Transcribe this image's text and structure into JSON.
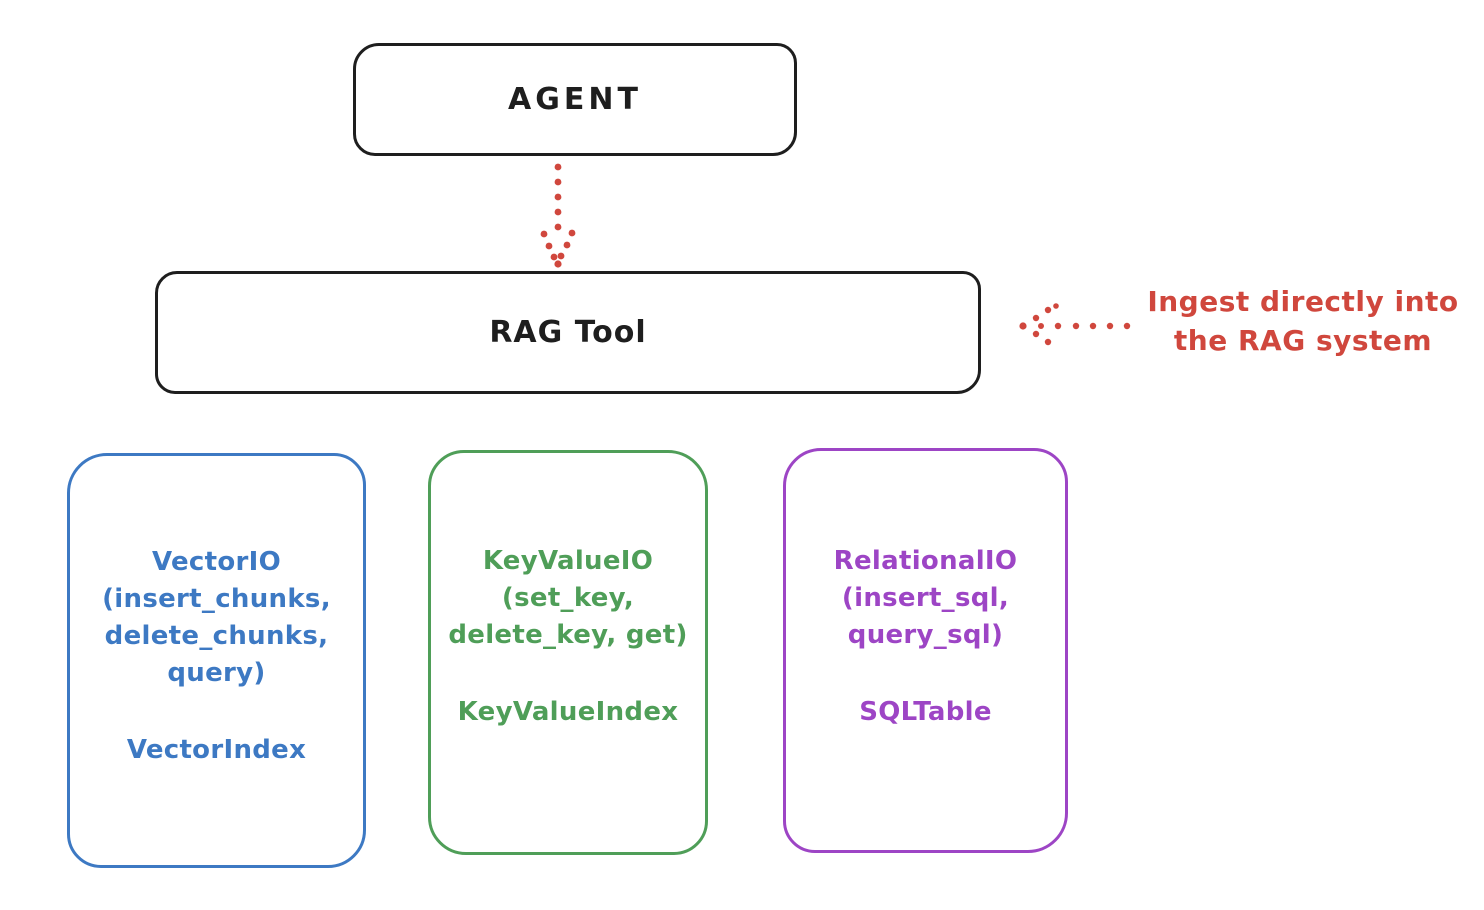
{
  "colors": {
    "ink": "#1e1e1e",
    "red": "#d0473d",
    "blue": "#3d79c3",
    "green": "#4f9e58",
    "purple": "#9d45c5",
    "background": "#ffffff"
  },
  "nodes": {
    "agent": {
      "label": "AGENT"
    },
    "rag_tool": {
      "label": "RAG Tool"
    }
  },
  "annotation": {
    "text": "Ingest directly into the RAG system",
    "line1": "Ingest directly into",
    "line2": "the RAG system"
  },
  "backends": [
    {
      "name": "VectorIO",
      "io_full": "VectorIO (insert_chunks, delete_chunks, query)",
      "lines": [
        "VectorIO",
        "(insert_chunks,",
        "delete_chunks,",
        "query)"
      ],
      "index": "VectorIndex",
      "color": "#3d79c3"
    },
    {
      "name": "KeyValueIO",
      "io_full": "KeyValueIO (set_key, delete_key, get)",
      "lines": [
        "KeyValueIO",
        "(set_key,",
        "delete_key, get)"
      ],
      "index": "KeyValueIndex",
      "color": "#4f9e58"
    },
    {
      "name": "RelationalIO",
      "io_full": "RelationalIO (insert_sql, query_sql)",
      "lines": [
        "RelationalIO",
        "(insert_sql,",
        "query_sql)"
      ],
      "index": "SQLTable",
      "color": "#9d45c5"
    }
  ]
}
